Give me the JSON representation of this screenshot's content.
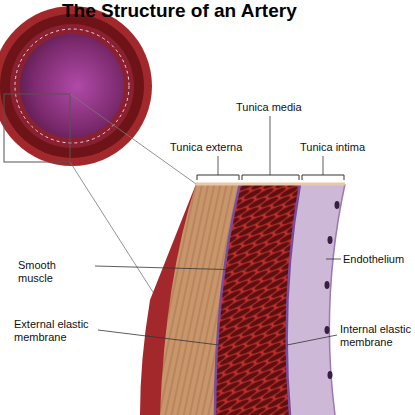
{
  "diagram": {
    "title": "The Structure of an Artery",
    "labels": [
      "Tunica media",
      "Tunica externa",
      "Tunica intima",
      "Smooth muscle",
      "Endothelium",
      "External elastic membrane",
      "Internal elastic membrane"
    ]
  }
}
